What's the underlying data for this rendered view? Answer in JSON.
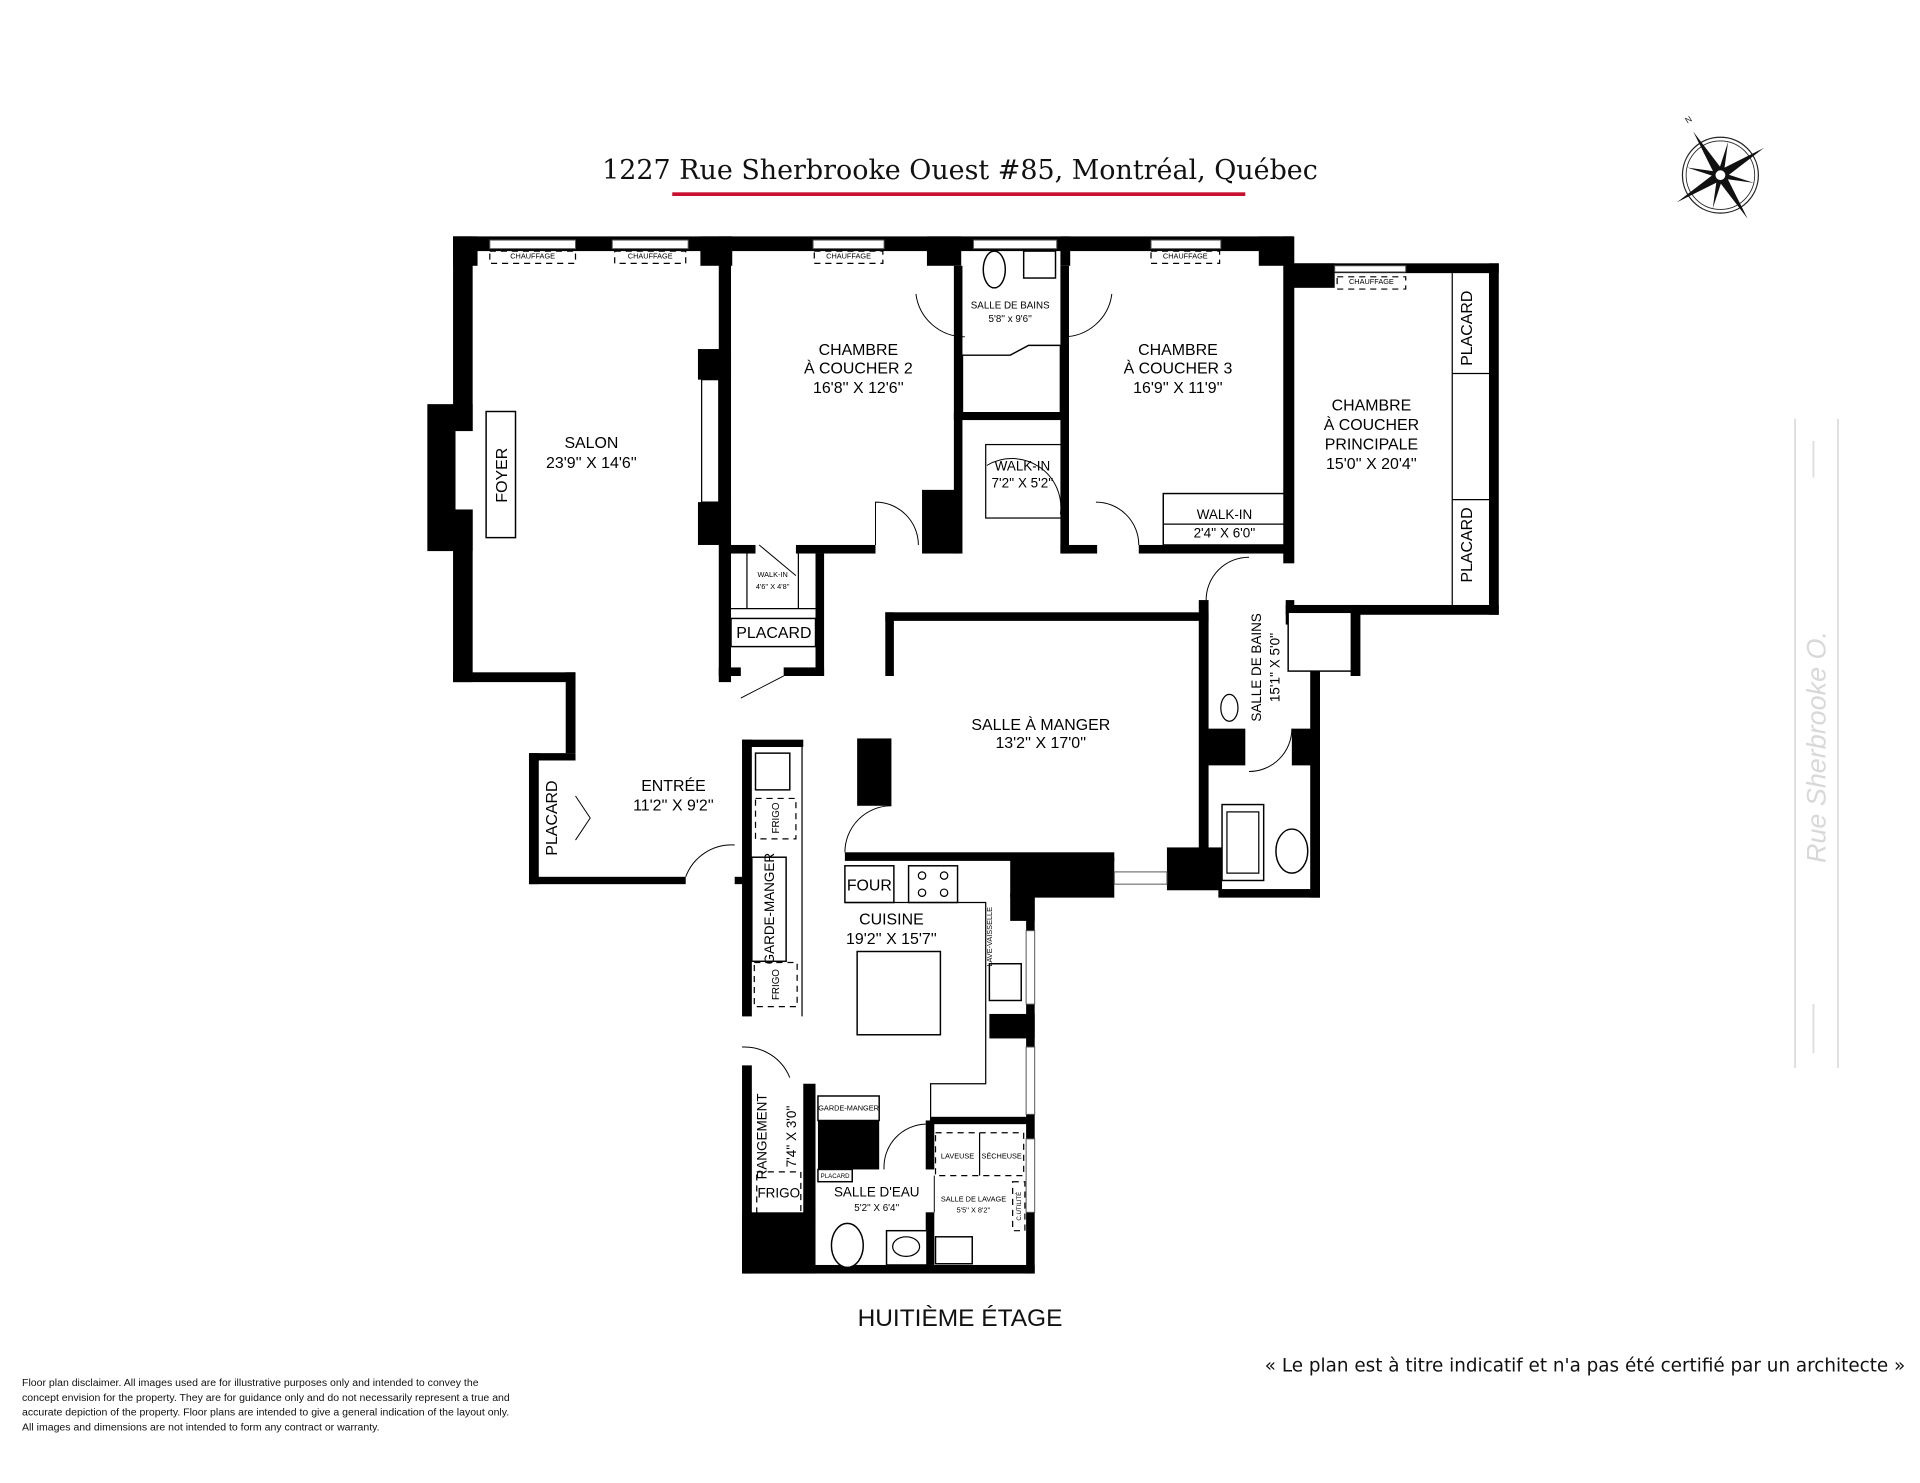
{
  "title": "1227 Rue Sherbrooke Ouest #85, Montréal, Québec",
  "colors": {
    "accent_underline": "#c8102e",
    "walls": "#000000",
    "street_label": "#d8d8d8"
  },
  "compass": {
    "north_label": "N",
    "icon": "compass-rose-icon"
  },
  "street_label": "Rue Sherbrooke O.",
  "level_label": "HUITIÈME ÉTAGE",
  "rooms": {
    "salon": {
      "name": "SALON",
      "dims": "23'9'' X 14'6''"
    },
    "chambre2": {
      "line1": "CHAMBRE",
      "line2": "À COUCHER 2",
      "dims": "16'8'' X 12'6''"
    },
    "sdb1": {
      "name": "SALLE DE BAINS",
      "dims": "5'8'' x 9'6''"
    },
    "chambre3": {
      "line1": "CHAMBRE",
      "line2": "À COUCHER 3",
      "dims": "16'9'' X 11'9''"
    },
    "walkin1": {
      "name": "WALK-IN",
      "dims": "7'2'' X 5'2''"
    },
    "walkin2": {
      "name": "WALK-IN",
      "dims": "2'4'' X 6'0''"
    },
    "walkin3": {
      "name": "WALK-IN",
      "dims": "4'6'' X 4'8''"
    },
    "principale": {
      "line1": "CHAMBRE",
      "line2": "À COUCHER",
      "line3": "PRINCIPALE",
      "dims": "15'0'' X 20'4''"
    },
    "manger": {
      "name": "SALLE À MANGER",
      "dims": "13'2'' X 17'0''"
    },
    "sdb2": {
      "name": "SALLE DE BAINS",
      "dims": "15'1'' X 5'0''"
    },
    "entree": {
      "name": "ENTRÉE",
      "dims": "11'2'' X 9'2''"
    },
    "cuisine": {
      "name": "CUISINE",
      "dims": "19'2'' X 15'7''"
    },
    "rangement": {
      "name": "RANGEMENT",
      "dims": "7'4'' X 3'0''"
    },
    "salle_eau": {
      "name": "SALLE D'EAU",
      "dims": "5'2'' X 6'4''"
    },
    "lavage": {
      "name": "SALLE DE LAVAGE",
      "dims": "5'5'' X 8'2''"
    }
  },
  "fixtures": {
    "chauffage": "CHAUFFAGE",
    "foyer": "FOYER",
    "placard": "PLACARD",
    "frigo": "FRIGO",
    "garde_manger": "GARDE-MANGER",
    "four": "FOUR",
    "lave_vaisselle": "LAVE-VAISSELLE",
    "laveuse": "LAVEUSE",
    "secheuse": "SÉCHEUSE",
    "utilite": "C.UTILITÉ"
  },
  "disclaimer_en": [
    "Floor plan disclaimer. All images used are for illustrative purposes only and intended to convey the",
    "concept envision for the property. They are for guidance only and do not necessarily represent a true and",
    "accurate depiction of the property. Floor plans are intended to give a general indication of the layout only.",
    "All images and dimensions are not intended to form any contract or warranty."
  ],
  "disclaimer_fr": "« Le plan est à titre indicatif et n'a pas été certifié par un architecte »"
}
